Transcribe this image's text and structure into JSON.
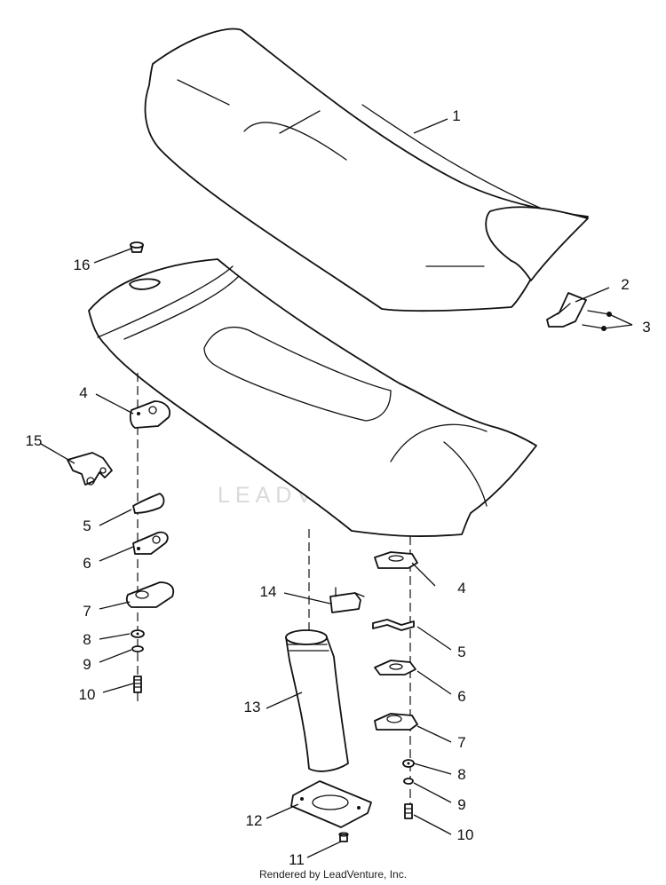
{
  "diagram": {
    "callouts": [
      {
        "id": "c1",
        "label": "1"
      },
      {
        "id": "c2",
        "label": "2"
      },
      {
        "id": "c3",
        "label": "3"
      },
      {
        "id": "c4a",
        "label": "4"
      },
      {
        "id": "c4b",
        "label": "4"
      },
      {
        "id": "c5a",
        "label": "5"
      },
      {
        "id": "c5b",
        "label": "5"
      },
      {
        "id": "c6a",
        "label": "6"
      },
      {
        "id": "c6b",
        "label": "6"
      },
      {
        "id": "c7a",
        "label": "7"
      },
      {
        "id": "c7b",
        "label": "7"
      },
      {
        "id": "c8a",
        "label": "8"
      },
      {
        "id": "c8b",
        "label": "8"
      },
      {
        "id": "c9a",
        "label": "9"
      },
      {
        "id": "c9b",
        "label": "9"
      },
      {
        "id": "c10a",
        "label": "10"
      },
      {
        "id": "c10b",
        "label": "10"
      },
      {
        "id": "c11",
        "label": "11"
      },
      {
        "id": "c12",
        "label": "12"
      },
      {
        "id": "c13",
        "label": "13"
      },
      {
        "id": "c14",
        "label": "14"
      },
      {
        "id": "c15",
        "label": "15"
      },
      {
        "id": "c16",
        "label": "16"
      }
    ]
  },
  "watermark": {
    "text": "LEADVENTURE"
  },
  "footer": {
    "credit": "Rendered by LeadVenture, Inc."
  }
}
